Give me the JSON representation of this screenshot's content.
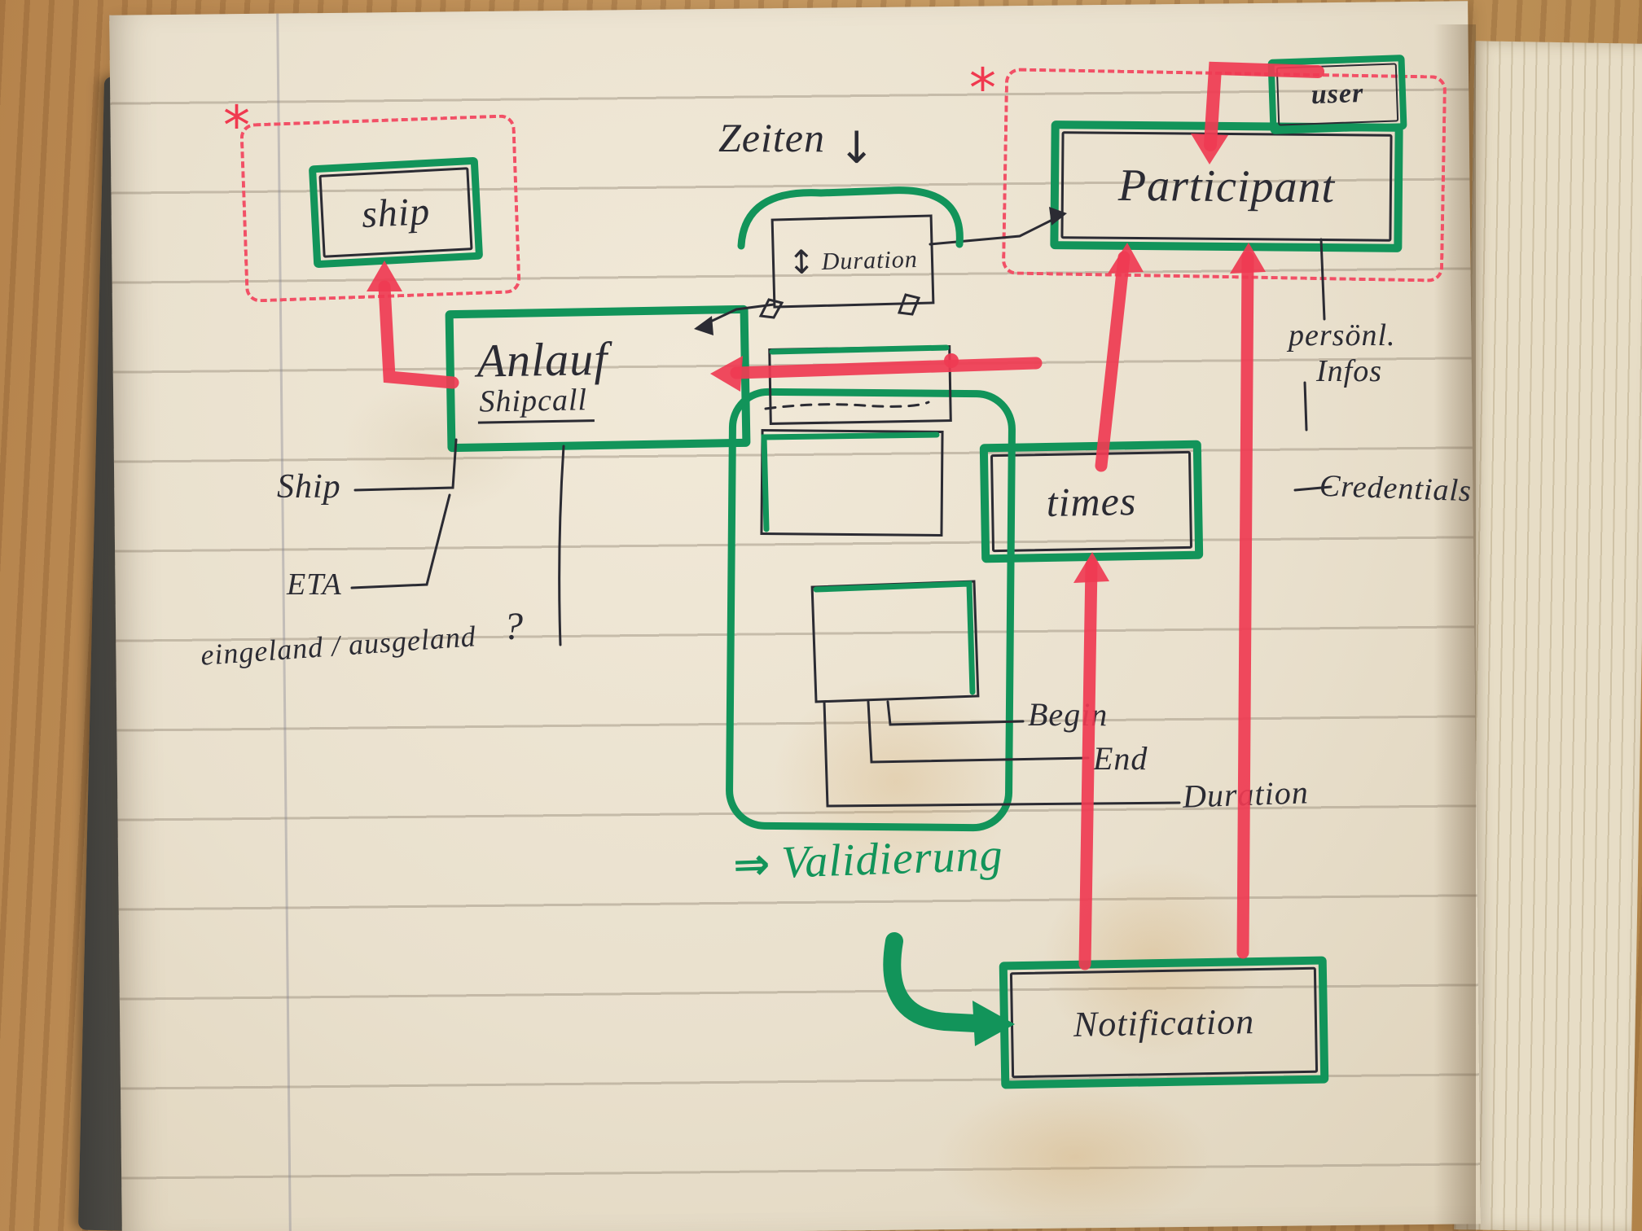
{
  "entities": {
    "ship": "ship",
    "anlauf": "Anlauf",
    "shipcall": "Shipcall",
    "duration": "Duration",
    "participant": "Participant",
    "user": "user",
    "times": "times",
    "notification": "Notification"
  },
  "notes": {
    "asterisk_ship": "*",
    "asterisk_participant": "*",
    "zeiten": "Zeiten",
    "down_arrow": "↓",
    "updown_arrow": "↕",
    "ship_attr": "Ship",
    "eta": "ETA",
    "inout": "eingeland / ausgeland",
    "question": "?",
    "begin": "Begin",
    "end": "End",
    "duration_attr": "Duration",
    "validation_arrow": "⇒",
    "validation": "Validierung",
    "personal_1": "persönl.",
    "personal_2": "Infos",
    "credentials": "Credentials"
  },
  "colors": {
    "marker_green": "#12945a",
    "marker_red": "#ef3b52",
    "ink": "#2b2b33",
    "paper": "#e9e0cd",
    "wood": "#b5834c"
  }
}
